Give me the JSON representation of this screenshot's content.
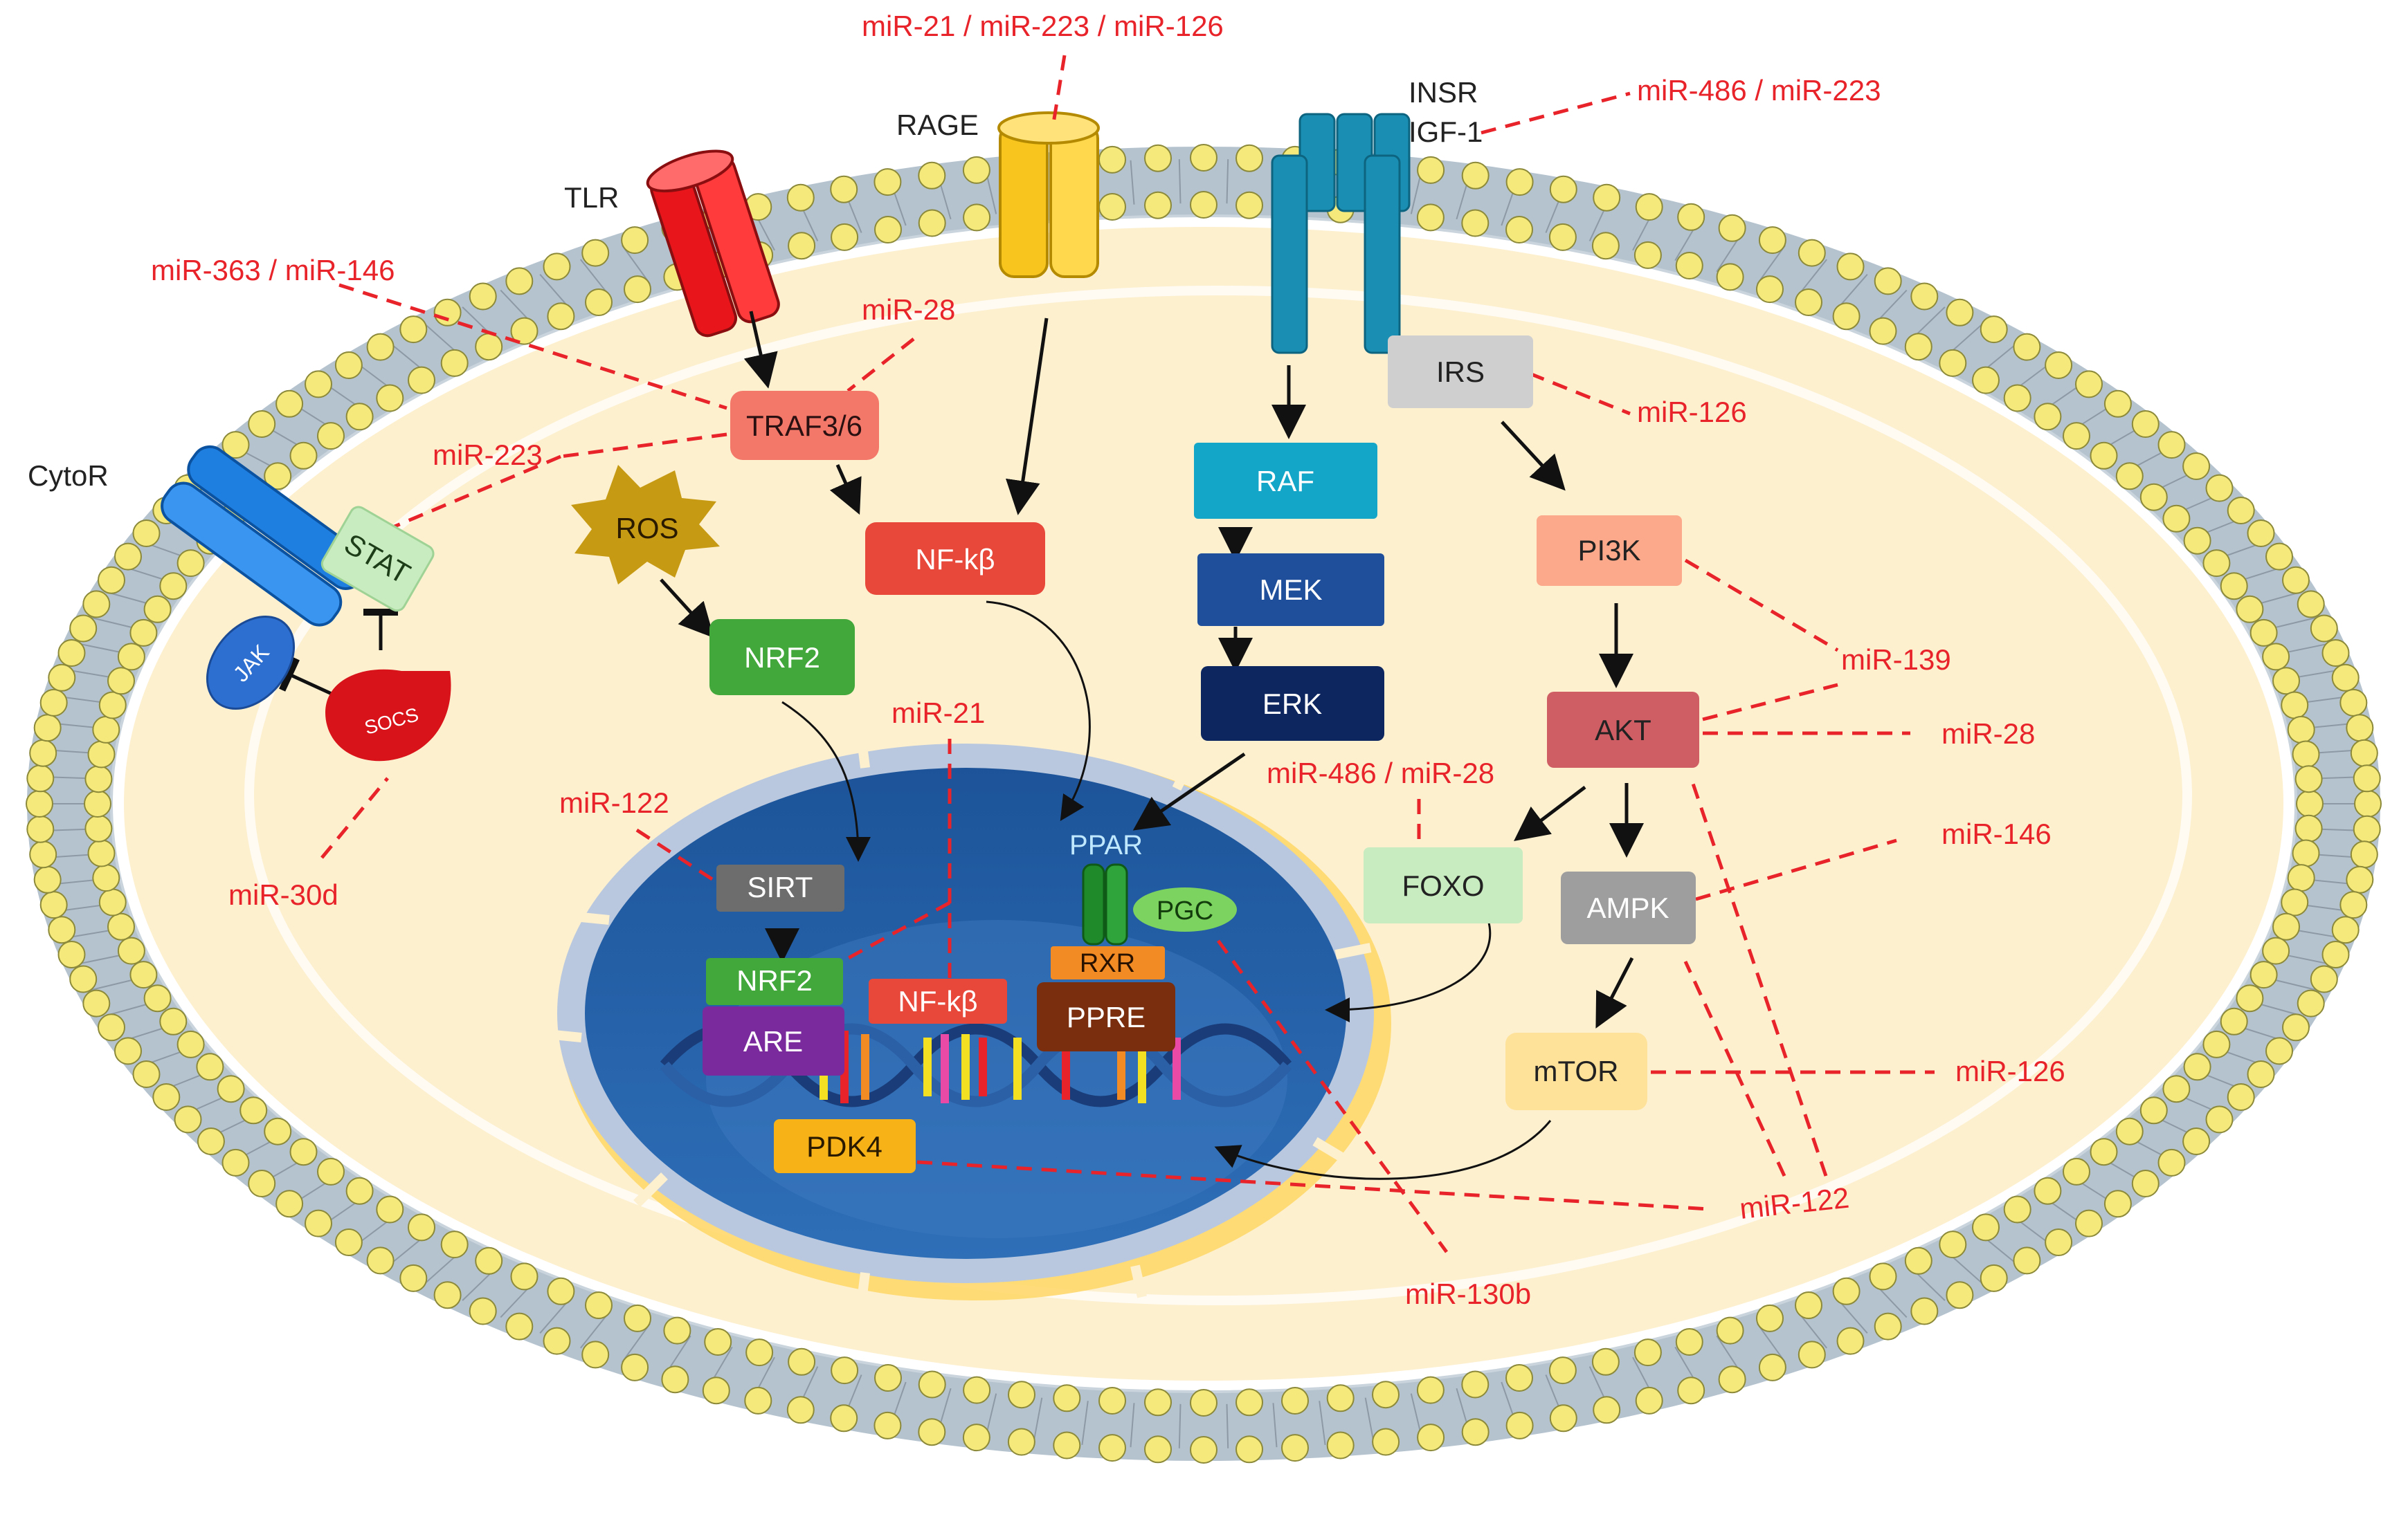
{
  "receptors": {
    "tlr": "TLR",
    "rage": "RAGE",
    "insr": "INSR",
    "igf1": "IGF-1",
    "cytor": "CytoR"
  },
  "nodes": {
    "traf": "TRAF3/6",
    "nfkb": "NF-kβ",
    "ros": "ROS",
    "nrf2": "NRF2",
    "stat": "STAT",
    "jak": "JAK",
    "socs": "SOCS",
    "raf": "RAF",
    "mek": "MEK",
    "erk": "ERK",
    "irs": "IRS",
    "pi3k": "PI3K",
    "akt": "AKT",
    "foxo": "FOXO",
    "ampk": "AMPK",
    "mtor": "mTOR"
  },
  "nucleus": {
    "sirt": "SIRT",
    "nrf2": "NRF2",
    "are": "ARE",
    "nfkb": "NF-kβ",
    "ppar": "PPAR",
    "pgc": "PGC",
    "rxr": "RXR",
    "ppre": "PPRE",
    "pdk4": "PDK4"
  },
  "mirnas": {
    "rage": "miR-21 / miR-223 / miR-126",
    "insr": "miR-486 / miR-223",
    "tlr": "miR-363 / miR-146",
    "traf": "miR-28",
    "stat": "miR-223",
    "irs": "miR-126",
    "pi3k": "miR-139",
    "akt": "miR-28",
    "foxo": "miR-486 / miR-28",
    "ampk": "miR-146",
    "mtor": "miR-126",
    "pdk4": "miR-122",
    "pgc": "miR-130b",
    "nfkb_nuc": "miR-21",
    "sirt": "miR-122",
    "socs": "miR-30d"
  },
  "colors": {
    "mirna": "#e8232a",
    "cytoplasm": "#fdf0cf",
    "membrane_head": "#f4e97a",
    "nucleus": "#1e5a9e",
    "tlr": "#e8151b",
    "rage": "#f7c51e",
    "insr": "#1a8fb3",
    "cytor": "#1f7fe0"
  }
}
